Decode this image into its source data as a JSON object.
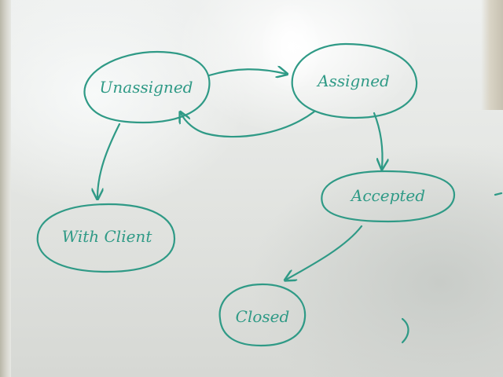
{
  "marker_color": "#2f9a86",
  "states": {
    "unassigned": "Unassigned",
    "assigned": "Assigned",
    "accepted": "Accepted",
    "with_client": "With Client",
    "closed": "Closed"
  }
}
